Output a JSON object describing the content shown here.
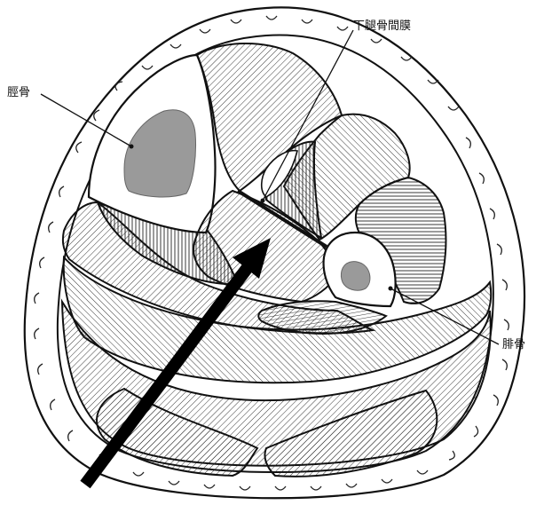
{
  "labels": {
    "tibia": "脛骨",
    "interosseous_membrane": "下腿骨間膜",
    "fibula": "腓骨"
  },
  "colors": {
    "ink": "#111111",
    "bone_marrow": "#9a9a9a",
    "background": "#ffffff"
  }
}
